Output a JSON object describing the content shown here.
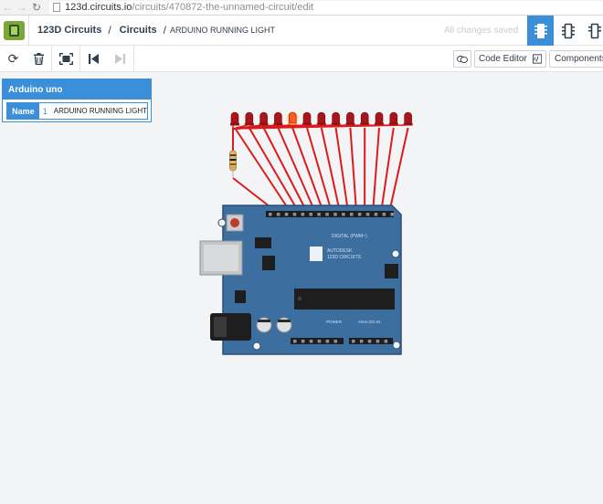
{
  "browser": {
    "url_host": "123d.circuits.io",
    "url_path": "/circuits/470872-the-unnamed-circuit/edit"
  },
  "header": {
    "crumb_home": "123D Circuits",
    "crumb_sep": "/",
    "crumb_section": "Circuits",
    "crumb_title": "ARDUINO RUNNING LIGHT",
    "save_status": "All changes saved",
    "views": [
      {
        "name": "breadboard-view",
        "active": true
      },
      {
        "name": "schematic-view",
        "active": false
      },
      {
        "name": "pcb-view",
        "active": false
      }
    ]
  },
  "toolbar": {
    "code_editor_label": "Code Editor",
    "components_label": "Components"
  },
  "inspector": {
    "title": "Arduino uno",
    "field_label": "Name",
    "field_index": "1",
    "field_value": "ARDUINO RUNNING LIGHT"
  },
  "board": {
    "led_count": 13,
    "lit_led_index": 4,
    "brand_text": "AUTODESK",
    "brand_sub": "123D CIRCUITS",
    "digital_label": "DIGITAL (PWM~)",
    "power_label": "POWER",
    "analog_label": "ANALOG IN"
  },
  "colors": {
    "accent": "#3b8fd9",
    "wire": "#dd1b1b",
    "board": "#3c6fa0",
    "led": "#a8161a",
    "led_lit": "#ff5a1f"
  }
}
